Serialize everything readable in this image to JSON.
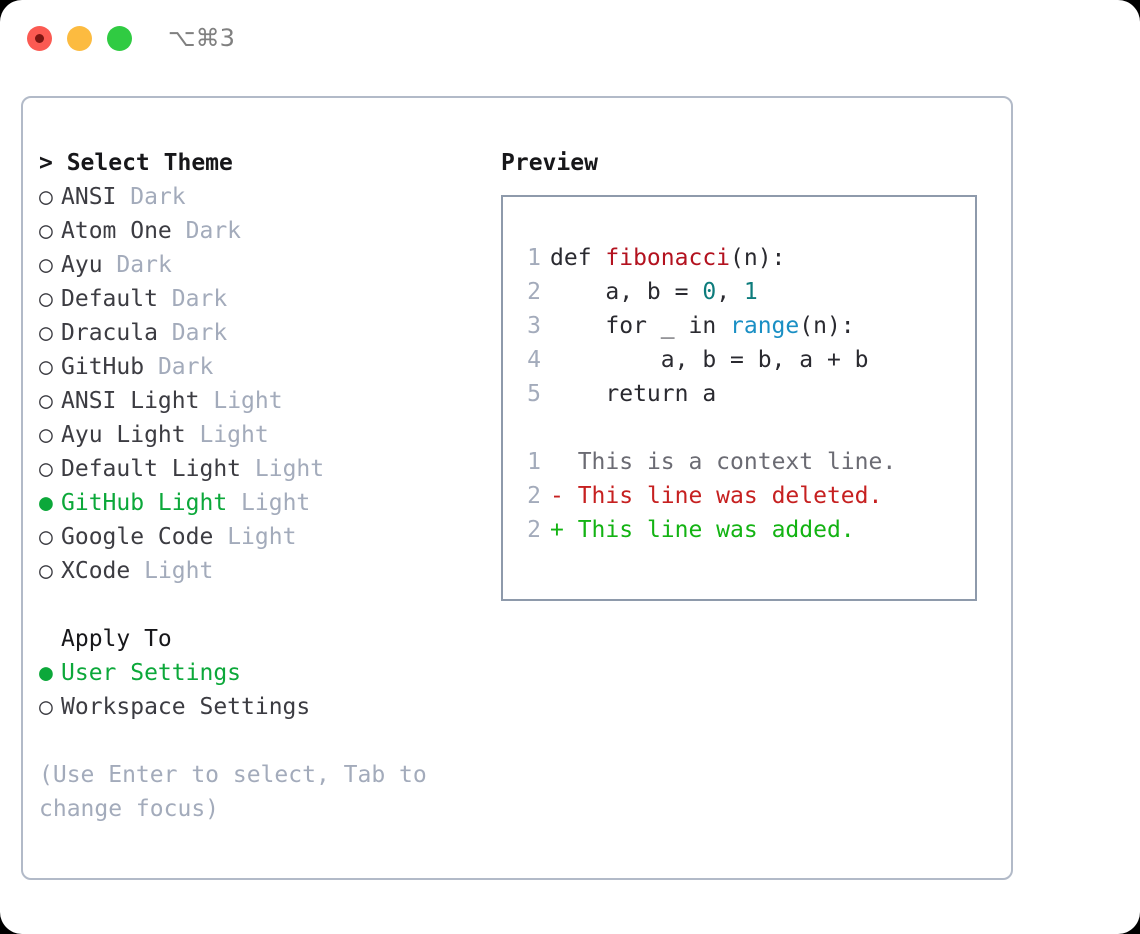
{
  "window": {
    "shortcut": "⌥⌘3",
    "traffic_lights": [
      "close-button",
      "minimize-button",
      "zoom-button"
    ]
  },
  "theme_picker": {
    "header": "> Select Theme",
    "bullet_selected": "●",
    "bullet_unselected": "○",
    "accent_color": "#0ca83a",
    "muted_color": "#a3abbb",
    "items": [
      {
        "label": "ANSI",
        "mode": "Dark",
        "selected": false
      },
      {
        "label": "Atom One",
        "mode": "Dark",
        "selected": false
      },
      {
        "label": "Ayu",
        "mode": "Dark",
        "selected": false
      },
      {
        "label": "Default",
        "mode": "Dark",
        "selected": false
      },
      {
        "label": "Dracula",
        "mode": "Dark",
        "selected": false
      },
      {
        "label": "GitHub",
        "mode": "Dark",
        "selected": false
      },
      {
        "label": "ANSI Light",
        "mode": "Light",
        "selected": false
      },
      {
        "label": "Ayu Light",
        "mode": "Light",
        "selected": false
      },
      {
        "label": "Default Light",
        "mode": "Light",
        "selected": false
      },
      {
        "label": "GitHub Light",
        "mode": "Light",
        "selected": true
      },
      {
        "label": "Google Code",
        "mode": "Light",
        "selected": false
      },
      {
        "label": "XCode",
        "mode": "Light",
        "selected": false
      }
    ]
  },
  "apply_to": {
    "header": "Apply To",
    "items": [
      {
        "label": "User Settings",
        "selected": true
      },
      {
        "label": "Workspace Settings",
        "selected": false
      }
    ]
  },
  "hint": "(Use Enter to select, Tab to change focus)",
  "preview": {
    "header": "Preview",
    "code_lines": [
      {
        "num": "1",
        "tokens": [
          {
            "text": "def ",
            "kind": "plain"
          },
          {
            "text": "fibonacci",
            "kind": "fn"
          },
          {
            "text": "(n):",
            "kind": "plain"
          }
        ]
      },
      {
        "num": "2",
        "tokens": [
          {
            "text": "    a, b = ",
            "kind": "plain"
          },
          {
            "text": "0",
            "kind": "num"
          },
          {
            "text": ", ",
            "kind": "plain"
          },
          {
            "text": "1",
            "kind": "num"
          }
        ]
      },
      {
        "num": "3",
        "tokens": [
          {
            "text": "    for _ in ",
            "kind": "plain"
          },
          {
            "text": "range",
            "kind": "call"
          },
          {
            "text": "(n):",
            "kind": "plain"
          }
        ]
      },
      {
        "num": "4",
        "tokens": [
          {
            "text": "        a, b = b, a + b",
            "kind": "plain"
          }
        ]
      },
      {
        "num": "5",
        "tokens": [
          {
            "text": "    return a",
            "kind": "plain"
          }
        ]
      }
    ],
    "diff_lines": [
      {
        "num": "1",
        "marker": "  ",
        "text": "This is a context line.",
        "kind": "ctx"
      },
      {
        "num": "2",
        "marker": "- ",
        "text": "This line was deleted.",
        "kind": "del"
      },
      {
        "num": "2",
        "marker": "+ ",
        "text": "This line was added.",
        "kind": "add"
      }
    ]
  }
}
